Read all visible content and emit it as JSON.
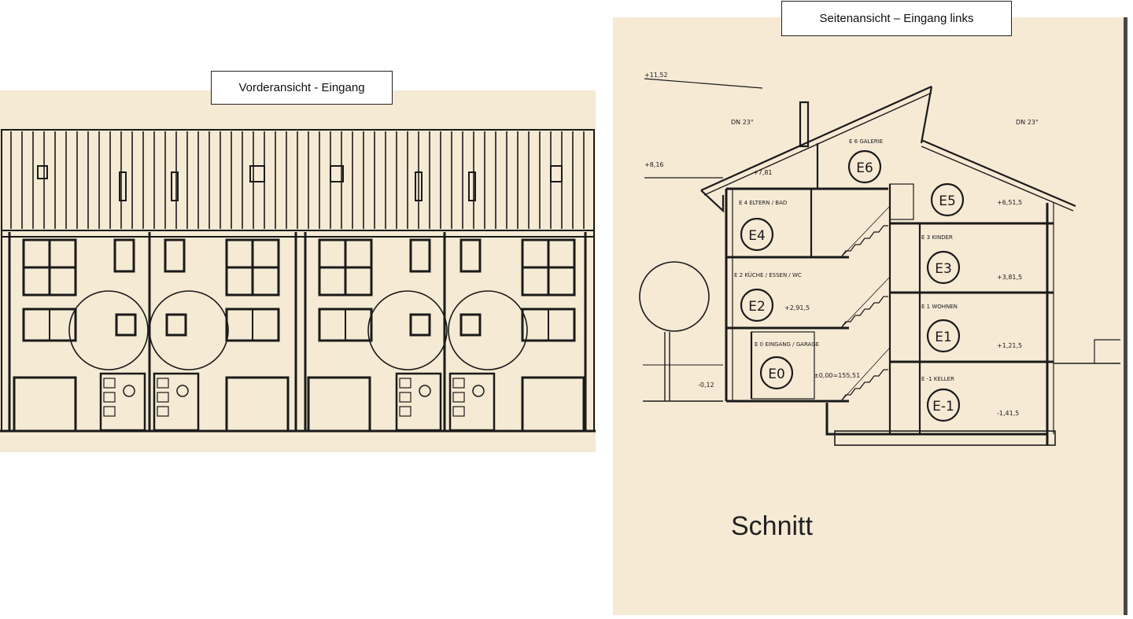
{
  "captions": {
    "front": "Vorderansicht - Eingang",
    "side": "Seitenansicht – Eingang links",
    "section": "Schnitt"
  },
  "levels": [
    {
      "id": "E-1",
      "name": "E -1 KELLER",
      "elevation": "-1,41,5"
    },
    {
      "id": "E0",
      "name": "E 0 EINGANG / GARAGE",
      "elevation": "±0,00=155,51"
    },
    {
      "id": "E1",
      "name": "E 1 WOHNEN",
      "elevation": "+1,21,5"
    },
    {
      "id": "E2",
      "name": "E 2 KÜCHE / ESSEN / WC",
      "elevation": "+2,91,5"
    },
    {
      "id": "E3",
      "name": "E 3 KINDER",
      "elevation": "+3,81,5"
    },
    {
      "id": "E4",
      "name": "E 4 ELTERN / BAD",
      "elevation": ""
    },
    {
      "id": "E5",
      "name": "",
      "elevation": "+6,51,5"
    },
    {
      "id": "E6",
      "name": "E 6 GALERIE",
      "elevation": "+7,81,5"
    }
  ],
  "annotations": {
    "top_height": "+11,52",
    "left_height": "+8,16",
    "roof_pitch_left": "DN 23°",
    "roof_pitch_right": "DN 23°",
    "eave_level": "+7,81",
    "ground_level": "-0,12"
  },
  "colors": {
    "paper": "#f5ead3",
    "ink": "#1a1a1a"
  }
}
